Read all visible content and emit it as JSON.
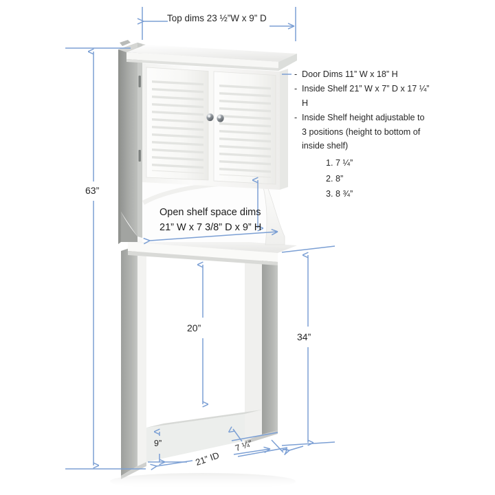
{
  "diagram": {
    "title": "Over-the-toilet space saver cabinet dimension diagram",
    "product": "White louvered two-door bathroom space saver cabinet",
    "accent_color": "#7b9fd4",
    "text_color": "#262626"
  },
  "dimensions": {
    "top_dims": "Top dims 23 ½”W x 9” D",
    "overall_height": "63”",
    "open_area_height": "20”",
    "lower_height": "34”",
    "bottom_rail_height": "9”",
    "depth_bottom": "7 ¼”",
    "inside_width": "21” ID"
  },
  "open_shelf": {
    "line1": "Open shelf space dims",
    "line2": "21” W x 7 3/8” D x 9” H"
  },
  "notes": {
    "bullets": [
      "Door Dims 11” W x 18” H",
      "Inside Shelf 21” W x 7” D x 17 ¼” H",
      "Inside Shelf height adjustable to 3 positions (height to bottom of inside shelf)"
    ],
    "adjust_positions": [
      "1. 7 ¼”",
      "2. 8”",
      "3. 8 ¾”"
    ],
    "dash": "-"
  }
}
